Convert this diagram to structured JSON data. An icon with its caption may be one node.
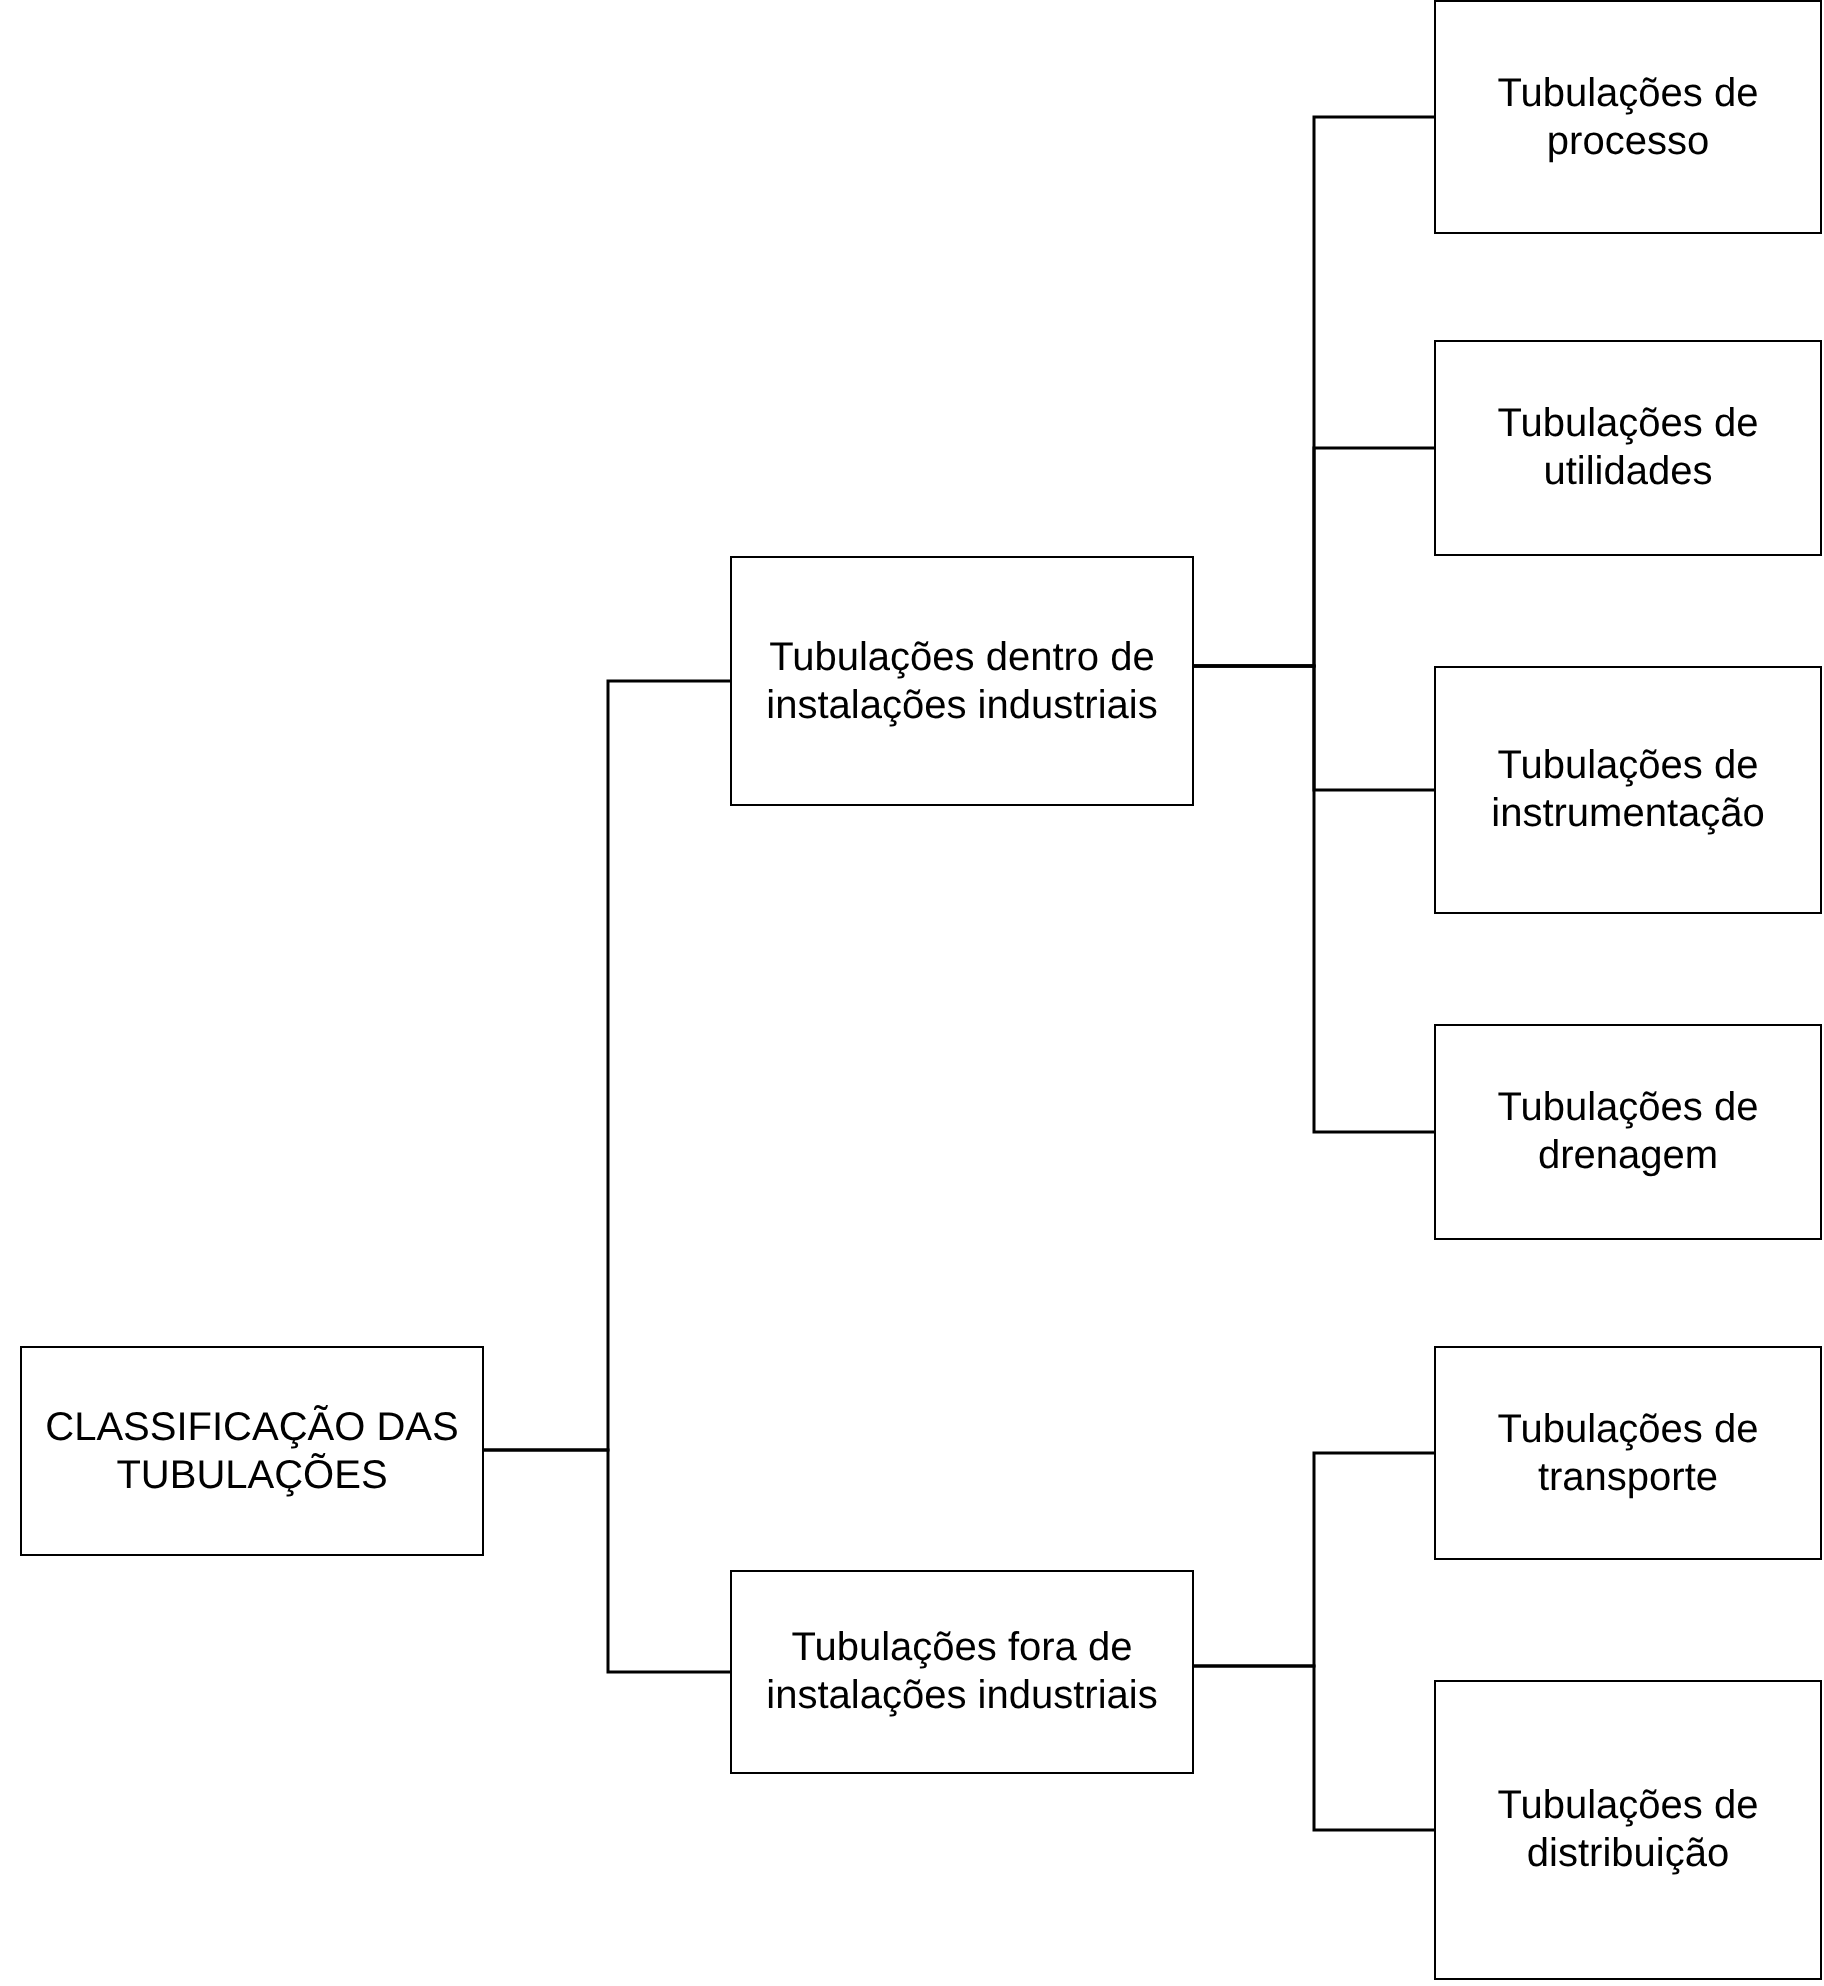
{
  "diagram": {
    "nodes": [
      {
        "text": [
          "CLASSIFICAÇÃO DAS TUBULAÇÕES"
        ]
      },
      {
        "text": [
          "Tubulações dentro de instalações industriais"
        ]
      },
      {
        "text": [
          "Tubulações fora de instalações industriais"
        ]
      },
      {
        "text": [
          "Tubulações de processo"
        ]
      },
      {
        "text": [
          "Tubulações de utilidades"
        ]
      },
      {
        "text": [
          "Tubulações de instrumentação"
        ]
      },
      {
        "text": [
          "Tubulações de drenagem"
        ]
      },
      {
        "text": [
          "Tubulações de transporte"
        ]
      },
      {
        "text": [
          "Tubulações de distribuição"
        ]
      }
    ],
    "edges": [
      {
        "from": 0,
        "to": 1,
        "arrow": "none"
      },
      {
        "from": 0,
        "to": 2,
        "arrow": "none"
      },
      {
        "from": 1,
        "to": 3,
        "arrow": "none"
      },
      {
        "from": 1,
        "to": 4,
        "arrow": "none"
      },
      {
        "from": 1,
        "to": 5,
        "arrow": "none"
      },
      {
        "from": 1,
        "to": 6,
        "arrow": "none"
      },
      {
        "from": 2,
        "to": 7,
        "arrow": "none"
      },
      {
        "from": 2,
        "to": 8,
        "arrow": "none"
      }
    ]
  }
}
